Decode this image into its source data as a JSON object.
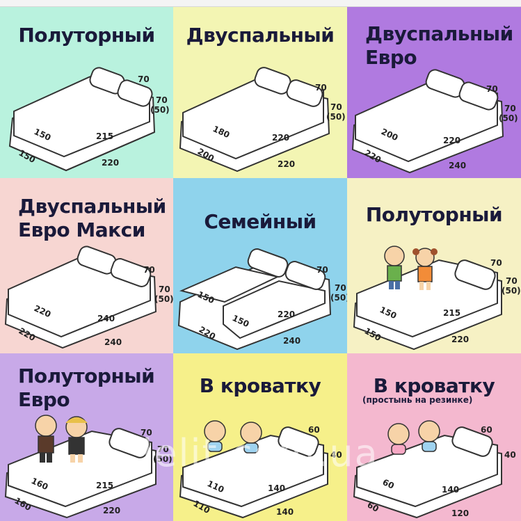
{
  "colors": {
    "mint": "#b9f2de",
    "yellow": "#f3f5b3",
    "purple": "#b07ae0",
    "pink": "#f7d6d2",
    "blue": "#8fd3ec",
    "cream": "#f6f1c4",
    "lavender": "#c8a9e8",
    "lemon": "#f6f08a",
    "rose": "#f4b8cf"
  },
  "cells": [
    {
      "title": [
        "Полуторный"
      ],
      "dims": {
        "pillow_w": "70",
        "pillow_h": "70",
        "pillow_alt": "(50)",
        "sheet_w": "150",
        "sheet_l": "215",
        "base_w": "150",
        "base_l": "220"
      }
    },
    {
      "title": [
        "Двуспальный"
      ],
      "dims": {
        "pillow_w": "70",
        "pillow_h": "70",
        "pillow_alt": "(50)",
        "sheet_w": "180",
        "sheet_l": "220",
        "base_w": "200",
        "base_l": "220"
      }
    },
    {
      "title": [
        "Двуспальный",
        "Евро"
      ],
      "dims": {
        "pillow_w": "70",
        "pillow_h": "70",
        "pillow_alt": "(50)",
        "sheet_w": "200",
        "sheet_l": "220",
        "base_w": "220",
        "base_l": "240"
      }
    },
    {
      "title": [
        "Двуспальный",
        "Евро Макси"
      ],
      "dims": {
        "pillow_w": "70",
        "pillow_h": "70",
        "pillow_alt": "(50)",
        "sheet_w": "220",
        "sheet_l": "240",
        "base_w": "220",
        "base_l": "240"
      }
    },
    {
      "title": [
        "Семейный"
      ],
      "dims": {
        "pillow_w": "70",
        "pillow_h": "70",
        "pillow_alt": "(50)",
        "sheet_w": "150",
        "sheet_l": "150",
        "sheet_l2": "220",
        "base_w": "220",
        "base_l": "240"
      }
    },
    {
      "title": [
        "Полуторный"
      ],
      "dims": {
        "pillow_w": "70",
        "pillow_h": "70",
        "pillow_alt": "(50)",
        "sheet_w": "150",
        "sheet_l": "215",
        "base_w": "150",
        "base_l": "220"
      }
    },
    {
      "title": [
        "Полуторный",
        "Евро"
      ],
      "dims": {
        "pillow_w": "70",
        "pillow_h": "70",
        "pillow_alt": "(50)",
        "sheet_w": "160",
        "sheet_l": "215",
        "base_w": "160",
        "base_l": "220"
      }
    },
    {
      "title": [
        "В кроватку"
      ],
      "dims": {
        "pillow_w": "60",
        "pillow_h": "40",
        "sheet_w": "110",
        "sheet_l": "140",
        "base_w": "110",
        "base_l": "140"
      }
    },
    {
      "title": [
        "В кроватку"
      ],
      "subtitle": "(простынь на резинке)",
      "dims": {
        "pillow_w": "60",
        "pillow_h": "40",
        "sheet_w": "60",
        "sheet_l": "140",
        "base_w": "60",
        "base_l": "120"
      }
    }
  ],
  "watermark": "lelit.com.ua"
}
